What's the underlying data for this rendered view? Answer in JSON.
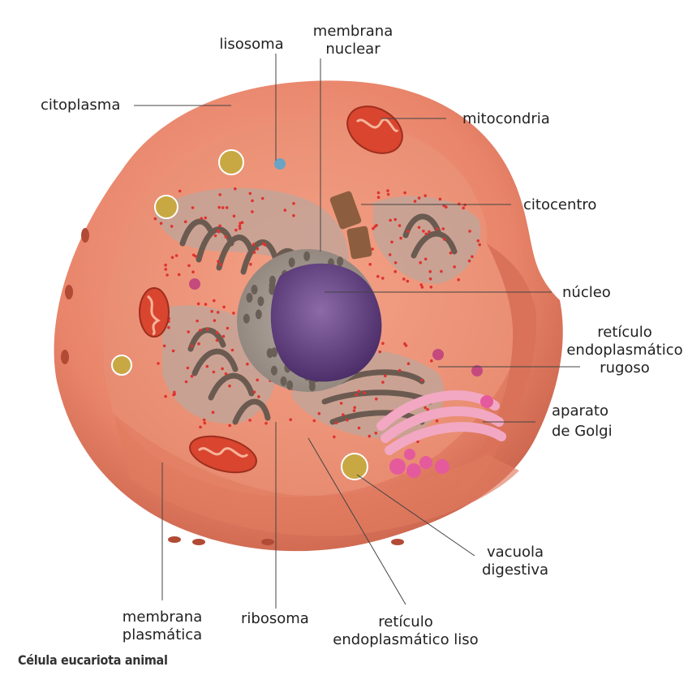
{
  "caption": "Célula eucariota animal",
  "labels": {
    "lisosoma": "lisosoma",
    "membrana_nuclear_1": "membrana",
    "membrana_nuclear_2": "nuclear",
    "citoplasma": "citoplasma",
    "mitocondria": "mitocondria",
    "citocentro": "citocentro",
    "nucleo": "núcleo",
    "rer_1": "retículo",
    "rer_2": "endoplasmático",
    "rer_3": "rugoso",
    "golgi_1": "aparato",
    "golgi_2": "de Golgi",
    "vacuola_1": "vacuola",
    "vacuola_2": "digestiva",
    "ribosoma": "ribosoma",
    "rel_1": "retículo",
    "rel_2": "endoplasmático liso",
    "membrana_plasmatica_1": "membrana",
    "membrana_plasmatica_2": "plasmática"
  },
  "colors": {
    "membrane": "#e9876a",
    "cytoplasm": "#f29a7f",
    "cut_face": "#ee8f74",
    "nucleus": "#6f4a8e",
    "nuclear_envelope": "#8a8078",
    "er": "#6b5a50",
    "ribosome": "#e0332e",
    "golgi": "#f2a8c2",
    "mitochondria": "#d9452f",
    "lysosome": "#c44a7e"
  }
}
